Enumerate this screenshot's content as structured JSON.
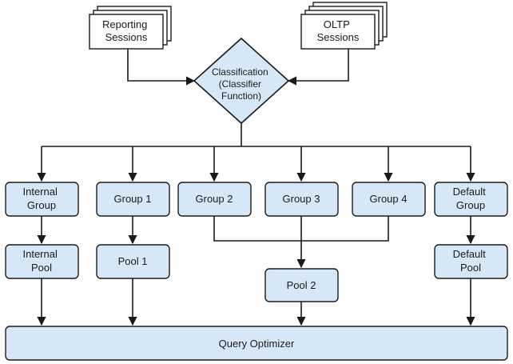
{
  "colors": {
    "node_fill": "#d6e8f7",
    "stroke": "#1a1a1a",
    "session_fill": "#ffffff"
  },
  "sessions": {
    "reporting": [
      "Reporting",
      "Sessions"
    ],
    "oltp": [
      "OLTP",
      "Sessions"
    ]
  },
  "classifier": [
    "Classification",
    "(Classifier",
    "Function)"
  ],
  "groups": {
    "internal": [
      "Internal",
      "Group"
    ],
    "group1": [
      "Group 1"
    ],
    "group2": [
      "Group 2"
    ],
    "group3": [
      "Group 3"
    ],
    "group4": [
      "Group 4"
    ],
    "default": [
      "Default",
      "Group"
    ]
  },
  "pools": {
    "internal": [
      "Internal",
      "Pool"
    ],
    "pool1": [
      "Pool 1"
    ],
    "pool2": [
      "Pool 2"
    ],
    "default": [
      "Default",
      "Pool"
    ]
  },
  "optimizer": [
    "Query Optimizer"
  ]
}
